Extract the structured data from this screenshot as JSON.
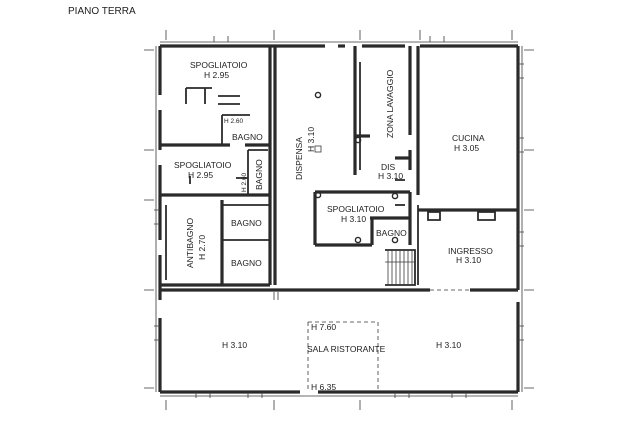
{
  "title": "PIANO TERRA",
  "rooms": {
    "spogliatoio_1": {
      "name": "SPOGLIATOIO",
      "height": "H 2.95"
    },
    "bagno_1_height": "H 2.60",
    "bagno_1": "BAGNO",
    "spogliatoio_2": {
      "name": "SPOGLIATOIO",
      "height": "H 2.95"
    },
    "bagno_2_height": "H 2.60",
    "bagno_2": "BAGNO",
    "dispensa": {
      "name": "DISPENSA",
      "height": "H 3.10"
    },
    "zona_lavaggio": "ZONA LAVAGGIO",
    "dis": {
      "name": "DIS",
      "height": "H 3.10"
    },
    "cucina": {
      "name": "CUCINA",
      "height": "H 3.05"
    },
    "spogliatoio_3": {
      "name": "SPOGLIATOIO",
      "height": "H 3.10"
    },
    "bagno_3": "BAGNO",
    "antibagno": {
      "name": "ANTIBAGNO",
      "height": "H 2.70"
    },
    "bagno_4": "BAGNO",
    "bagno_5": "BAGNO",
    "ingresso": {
      "name": "INGRESSO",
      "height": "H 3.10"
    },
    "sala_left_height": "H 3.10",
    "sala_ristorante": "SALA RISTORANTE",
    "sala_top_height": "H 7.60",
    "sala_bottom_height": "H 6.35",
    "sala_right_height": "H 3.10"
  }
}
